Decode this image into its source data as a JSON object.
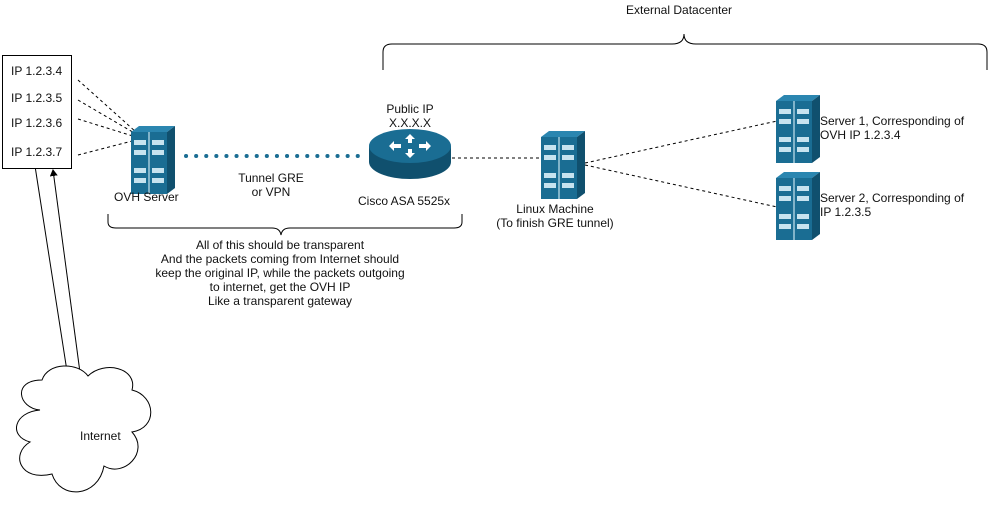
{
  "ip_list": [
    "IP 1.2.3.4",
    "IP 1.2.3.5",
    "IP 1.2.3.6",
    "IP 1.2.3.7"
  ],
  "labels": {
    "external_datacenter": "External Datacenter",
    "ovh_server": "OVH Server",
    "tunnel_line1": "Tunnel GRE",
    "tunnel_line2": "or VPN",
    "public_ip_line1": "Public IP",
    "public_ip_line2": "X.X.X.X",
    "cisco": "Cisco ASA 5525x",
    "linux_line1": "Linux Machine",
    "linux_line2": "(To finish GRE tunnel)",
    "server1_line1": "Server 1, Corresponding of",
    "server1_line2": "OVH IP 1.2.3.4",
    "server2_line1": "Server 2, Corresponding of",
    "server2_line2": "IP 1.2.3.5",
    "internet": "Internet"
  },
  "note_lines": [
    "All of this should be transparent",
    "And the packets coming from Internet should",
    "keep the original IP, while the packets outgoing",
    "to internet, get the OVH IP",
    "Like a transparent gateway"
  ],
  "colors": {
    "server_fill": "#1a6d93",
    "server_light": "#c7e3ef",
    "router_fill": "#1a6d93",
    "tunnel_dots": "#1a6d93",
    "line": "#000000"
  }
}
